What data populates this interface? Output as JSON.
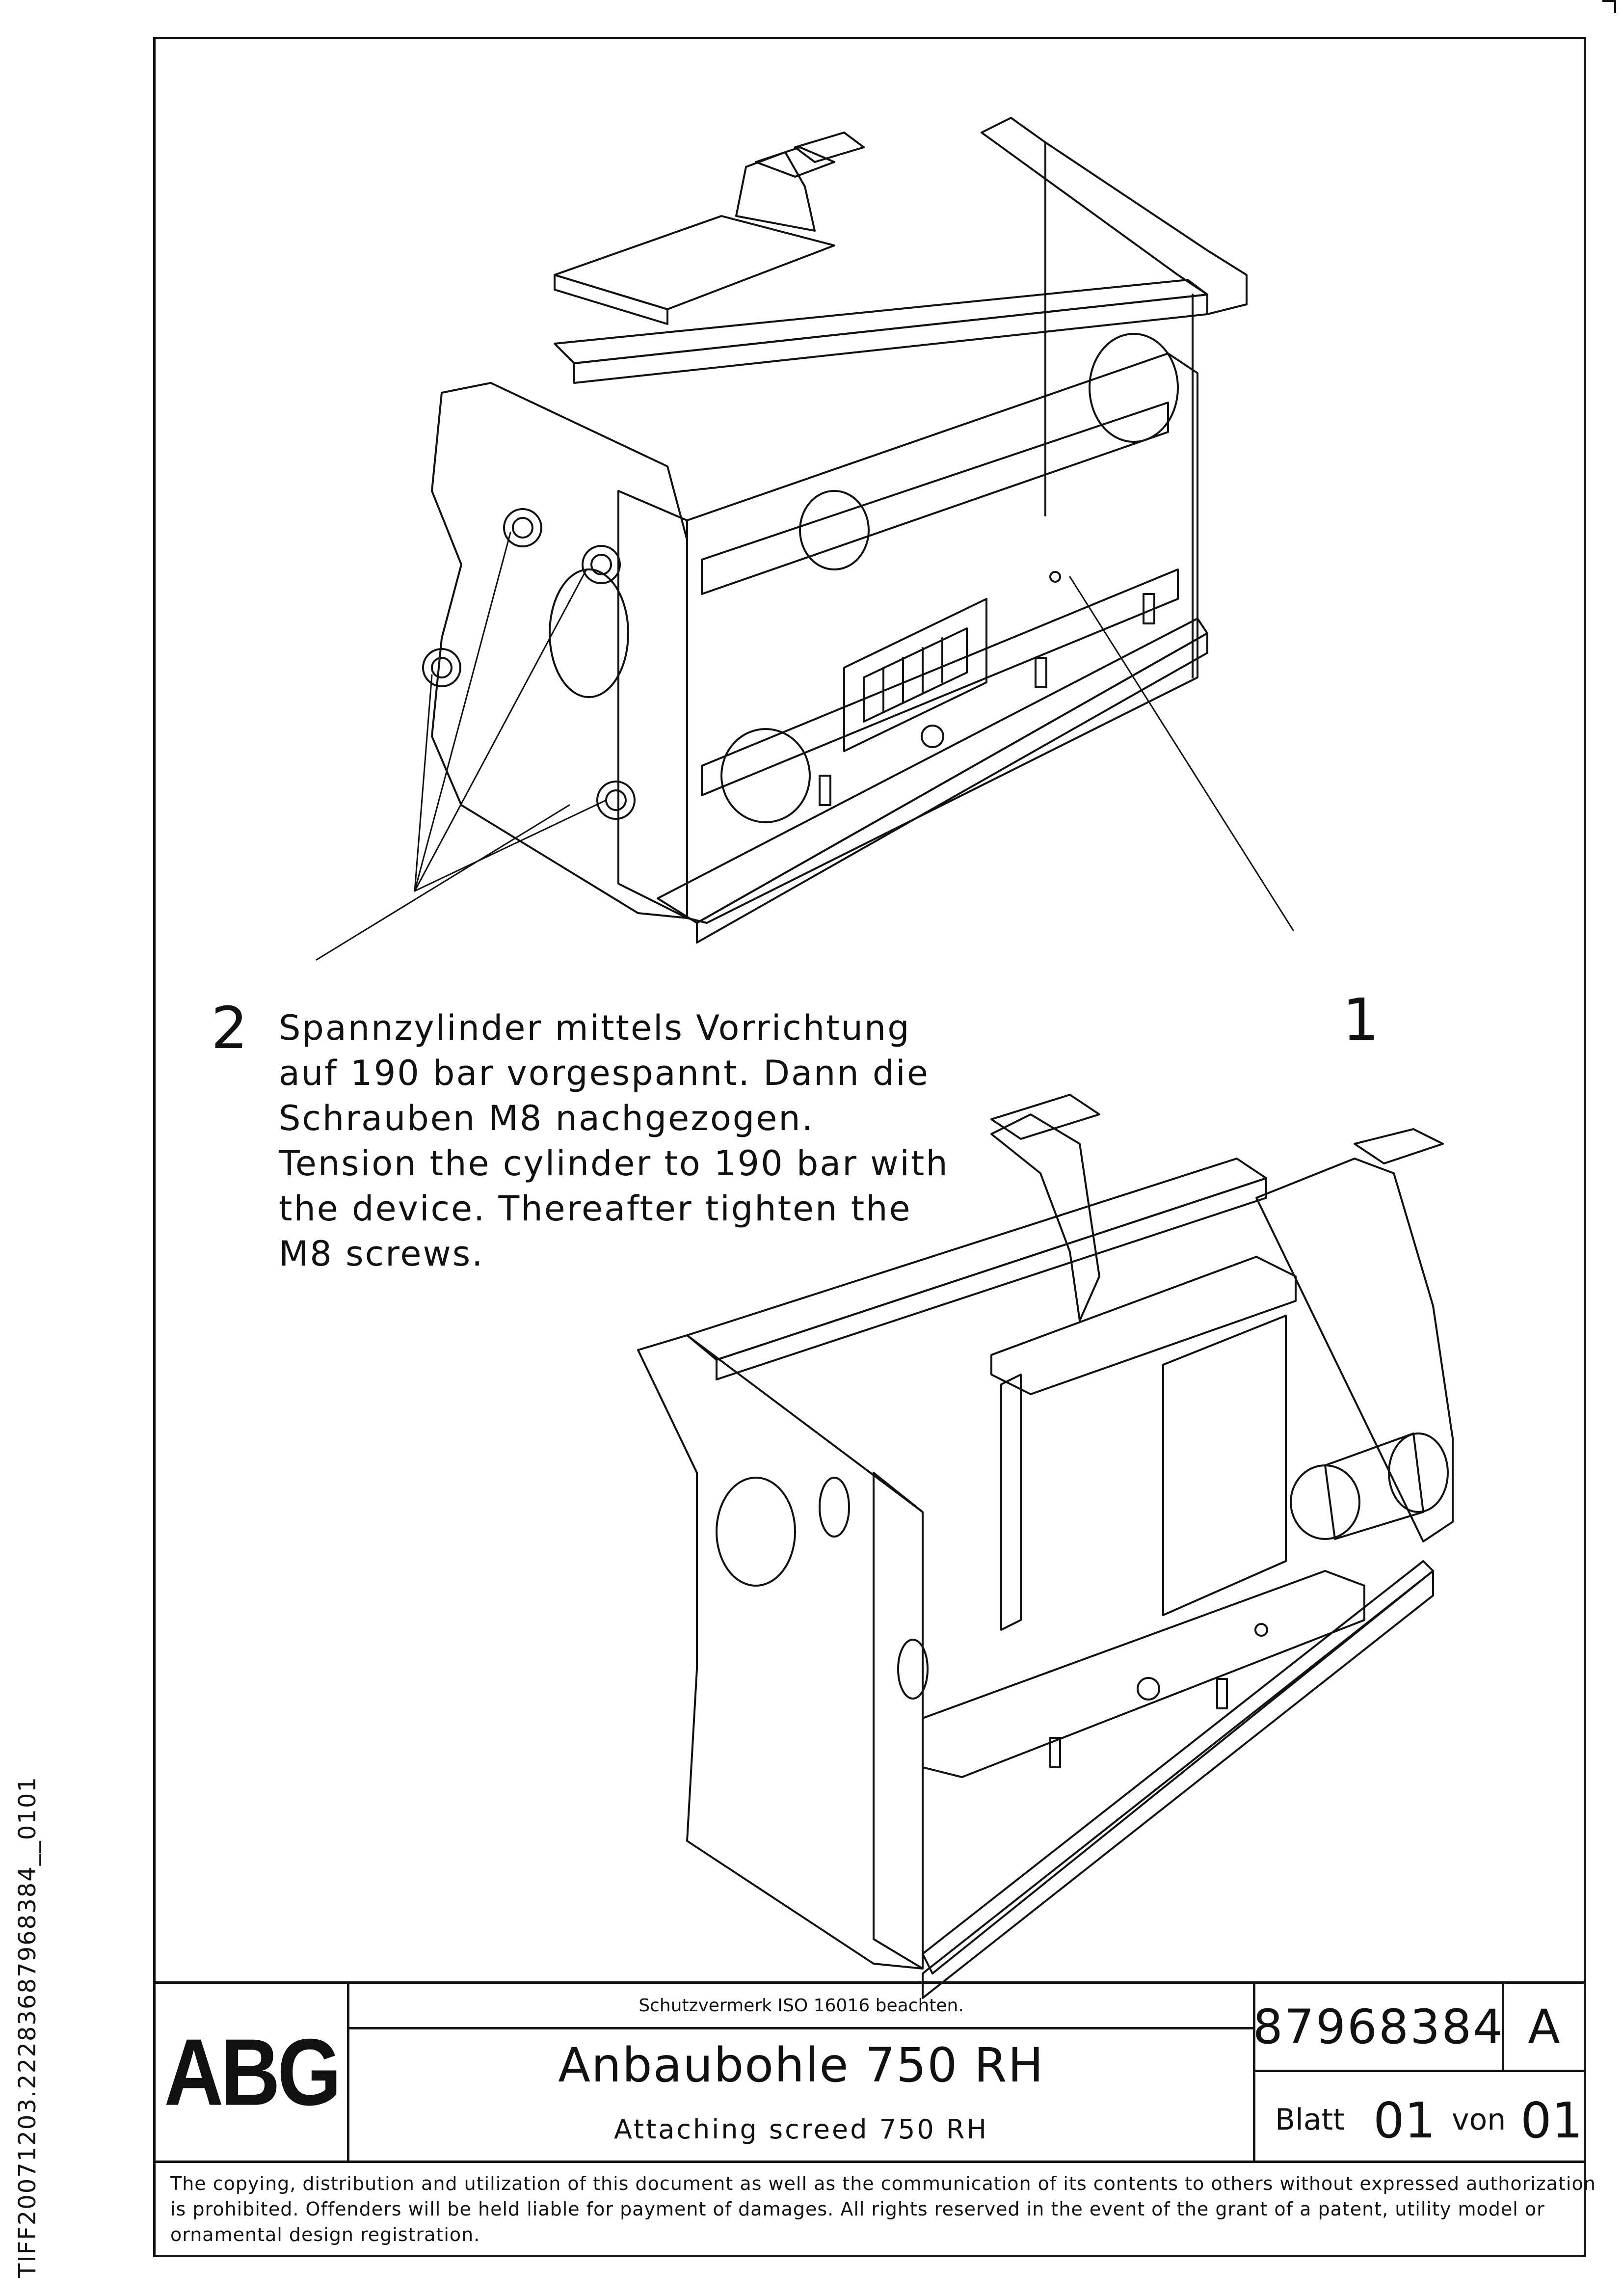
{
  "callouts": [
    {
      "number": "1"
    },
    {
      "number": "2"
    }
  ],
  "note_lines": [
    "Spannzylinder mittels Vorrichtung",
    "auf 190 bar vorgespannt. Dann die",
    "Schrauben M8 nachgezogen.",
    "Tension the cylinder to 190 bar with",
    "the device. Thereafter tighten the",
    "M8 screws."
  ],
  "title_block": {
    "logo": "ABG",
    "protection_notice": "Schutzvermerk ISO 16016 beachten.",
    "title_de": "Anbaubohle 750 RH",
    "title_en": "Attaching screed 750 RH",
    "drawing_number": "87968384",
    "revision": "A",
    "sheet_label": "Blatt",
    "sheet_number": "01",
    "of_label": "von",
    "total_sheets": "01"
  },
  "legal_lines": [
    "The copying, distribution and utilization of this document as well as the communication of its contents to others without expressed authorization",
    "is prohibited. Offenders will be held liable for payment of damages. All rights reserved in the event of the grant of a patent, utility model or",
    "ornamental design registration."
  ],
  "side_identifier": "TIFF20071203.22283687968384__0101"
}
